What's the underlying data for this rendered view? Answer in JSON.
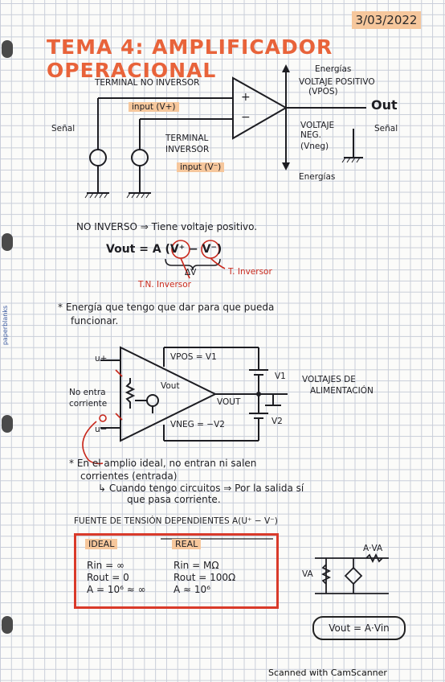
{
  "header": {
    "date": "3/03/2022"
  },
  "title": "TEMA 4: AMPLIFICADOR OPERACIONAL",
  "diagram1": {
    "energias_top": "Energías",
    "terminal_no_inversor": "TERMINAL NO INVERSOR",
    "input_plus": "input (V+)",
    "voltaje_positivo": "VOLTAJE POSITIVO",
    "vpos": "(VPOS)",
    "out": "Out",
    "senal_left": "Señal",
    "senal_right": "Señal",
    "terminal_inversor_1": "TERMINAL",
    "terminal_inversor_2": "INVERSOR",
    "input_minus": "input (V⁻)",
    "voltaje_neg_1": "VOLTAJE",
    "voltaje_neg_2": "NEG.",
    "vneg": "(Vneg)",
    "energias_bottom": "Energías",
    "plus_sign": "+",
    "minus_sign": "−"
  },
  "notes1": {
    "no_inverso": "NO INVERSO ⇒ Tiene voltaje positivo.",
    "vout_formula": "Vout = A (V⁺ − V⁻)",
    "delta_v": "ΔV",
    "tn_inversor": "T.N. Inversor",
    "t_inversor": "T. Inversor"
  },
  "energy_note": {
    "line1": "* Energía que tengo que dar para que pueda",
    "line2": "funcionar."
  },
  "diagram2": {
    "u_plus": "u+",
    "u_minus": "u−",
    "vpos_v1": "VPOS = V1",
    "vneg_v2": "VNEG = −V2",
    "vout_inner": "Vout",
    "vout_label": "VOUT",
    "v1": "V1",
    "v2": "V2",
    "no_entra_1": "No entra",
    "no_entra_2": "corriente",
    "voltajes_1": "VOLTAJES DE",
    "voltajes_2": "ALIMENTACIÓN"
  },
  "notes2": {
    "line1": "* En el amplio ideal, no entran ni salen",
    "line2": "corrientes (entrada)",
    "line3": "↳ Cuando tengo circuitos ⇒ Por la salida sí",
    "line4": "que pasa corriente.",
    "fuente": "FUENTE DE TENSIÓN DEPENDIENTES A(U⁺ − V⁻)"
  },
  "comparison": {
    "ideal_title": "IDEAL",
    "real_title": "REAL",
    "ideal": [
      "Rin = ∞",
      "Rout = 0",
      "A = 10⁶ ≈ ∞"
    ],
    "real": [
      "Rin = MΩ",
      "Rout = 100Ω",
      "A ≈ 10⁶"
    ]
  },
  "model": {
    "va": "VA",
    "ava": "A·VA",
    "formula": "Vout = A·Vin"
  },
  "side_watermark": "paperblanks",
  "footer": "Scanned with CamScanner"
}
